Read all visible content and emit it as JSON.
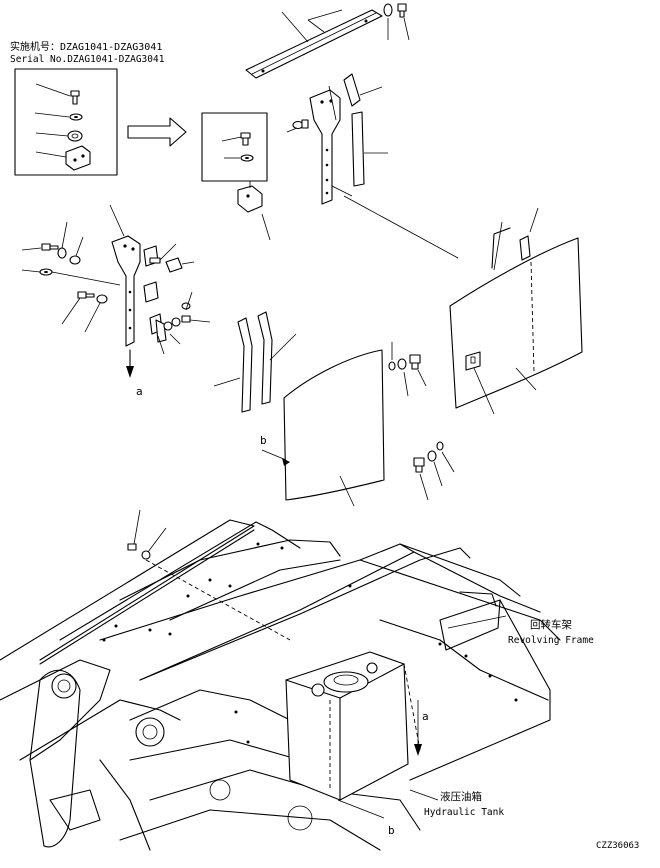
{
  "serial_note": {
    "cn": "实施机号：DZAG1041-DZAG3041",
    "en": "Serial No.DZAG1041-DZAG3041"
  },
  "callouts": {
    "a_upper": "a",
    "b_upper": "b",
    "a_lower": "a",
    "b_lower": "b"
  },
  "labels": {
    "revolving_frame_cn": "回转车架",
    "revolving_frame_en": "Revolving Frame",
    "hydraulic_tank_cn": "液压油箱",
    "hydraulic_tank_en": "Hydraulic Tank"
  },
  "drawing_number": "CZZ36063"
}
